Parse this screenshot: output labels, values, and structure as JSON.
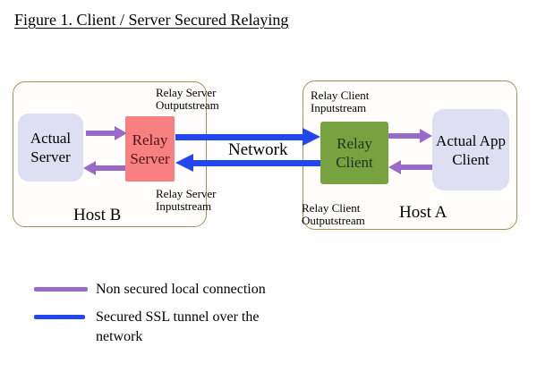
{
  "title": "Figure 1. Client / Server Secured Relaying",
  "network_label": "Network",
  "colors": {
    "local_connection_purple": "#9a6ac9",
    "ssl_tunnel_blue": "#2347ee",
    "relay_server_fill": "#f98080",
    "relay_client_fill": "#76a33f",
    "actual_node_fill": "#dfdff4",
    "host_border": "#a89058"
  },
  "hosts": {
    "host_b": {
      "label": "Host B",
      "actual_server": "Actual\nServer",
      "relay_server": "Relay\nServer",
      "outputstream_label": "Relay Server\nOutputstream",
      "inputstream_label": "Relay Server\nInputstream"
    },
    "host_a": {
      "label": "Host A",
      "relay_client": "Relay\nClient",
      "actual_app_client": "Actual App\nClient",
      "inputstream_label": "Relay Client\nInputstream",
      "outputstream_label": "Relay Client\nOutputstream"
    }
  },
  "legend": {
    "non_secured": "Non secured local connection",
    "secured": "Secured SSL tunnel over the\nnetwork"
  }
}
